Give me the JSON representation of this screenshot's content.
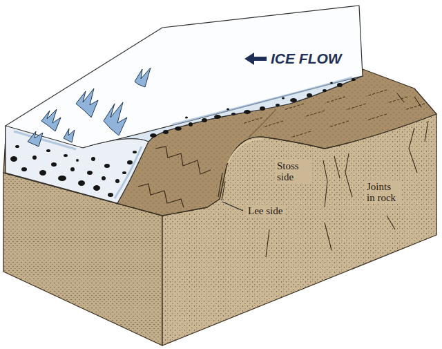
{
  "diagram": {
    "labels": [
      "ICE FLOW",
      "Stoss side",
      "Joints in rock",
      "Lee side"
    ]
  }
}
